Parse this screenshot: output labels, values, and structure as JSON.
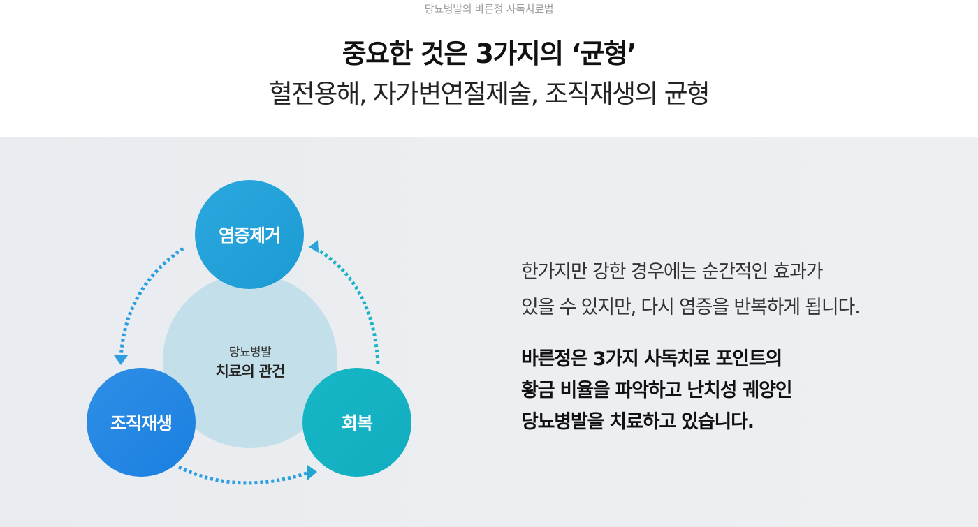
{
  "header": {
    "overline": "당뇨병발의 바른정 사독치료법",
    "title": "중요한 것은 3가지의 ‘균형’",
    "subtitle": "혈전용해, 자가변연절제술, 조직재생의 균형"
  },
  "diagram": {
    "center": {
      "small": "당뇨병발",
      "big": "치료의 관건"
    },
    "nodes": {
      "top": "염증제거",
      "left": "조직재생",
      "right": "회복"
    },
    "colors": {
      "top": "#1f9fd8",
      "left": "#2588e4",
      "right": "#14b3c3",
      "center": "#c3dfea",
      "arrow_blue": "#2a9ee0",
      "arrow_teal": "#19b3c7"
    }
  },
  "description": {
    "para1": [
      "한가지만 강한 경우에는 순간적인 효과가",
      "있을 수 있지만, 다시 염증을 반복하게 됩니다."
    ],
    "para2": [
      "바른정은 3가지 사독치료 포인트의",
      "황금 비율을 파악하고 난치성 궤양인",
      "당뇨병발을 치료하고 있습니다."
    ]
  }
}
